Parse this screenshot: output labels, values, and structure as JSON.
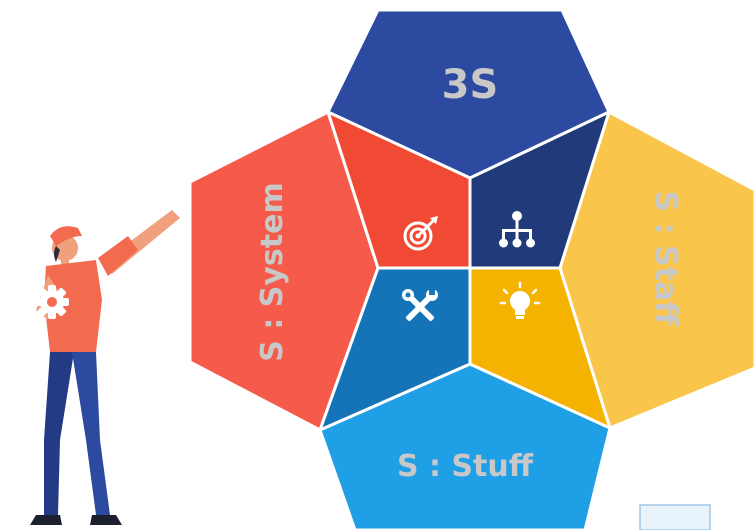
{
  "diagram": {
    "title": "3S",
    "labels": {
      "system": "S : System",
      "staff": "S : Staff",
      "stuff": "S : Stuff"
    }
  },
  "colors": {
    "top_hex": "#2c4aa0",
    "left_hex": "#f55a4a",
    "right_hex": "#f9c54a",
    "bottom_hex": "#1e9fe6",
    "center_red": "#f04a35",
    "center_navy": "#213a7a",
    "center_blue": "#1574b8",
    "center_yellow": "#f6b200",
    "label_text": "#c8c8c8"
  },
  "icons": {
    "center_top_left": "target-icon",
    "center_top_right": "org-chart-icon",
    "center_bottom_left": "tools-icon",
    "center_bottom_right": "lightbulb-icon",
    "figure_holding": "gear-icon"
  }
}
